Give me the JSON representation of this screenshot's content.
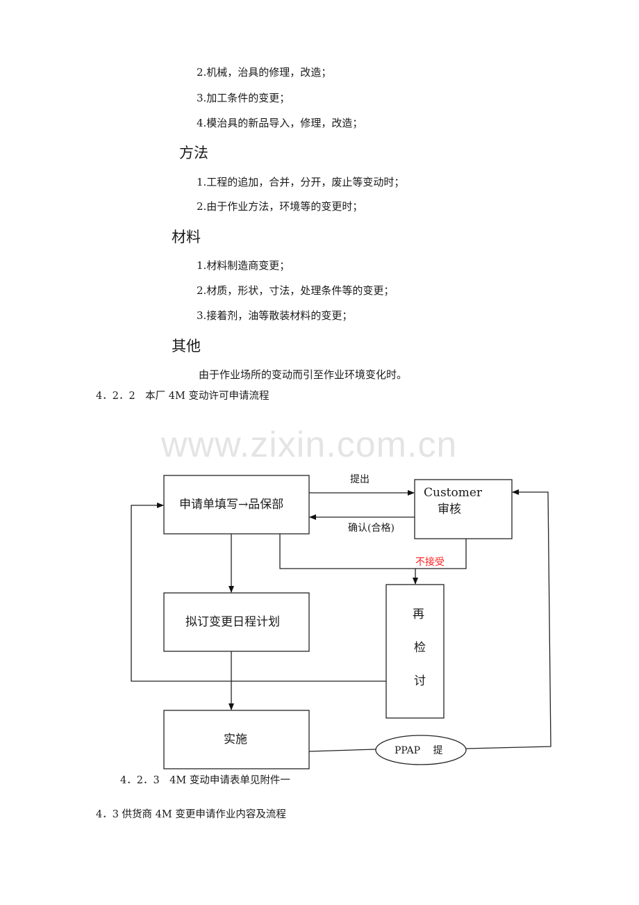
{
  "document": {
    "equipment_items": [
      "2.机械，治具的修理，改造；",
      "3.加工条件的变更；",
      "4.模治具的新品导入，修理，改造；"
    ],
    "method": {
      "heading": "方法",
      "items": [
        "1.工程的追加，合并，分开，废止等变动时；",
        "2.由于作业方法，环境等的变更时；"
      ]
    },
    "material": {
      "heading": "材料",
      "items": [
        "1.材料制造商变更；",
        "2.材质，形状，寸法，处理条件等的变更；",
        "3.接着剂，油等散装材料的变更；"
      ]
    },
    "other": {
      "heading": "其他",
      "text": "由于作业场所的变动而引至作业环境变化时。"
    },
    "section_422": "4．2．2　本厂 4M  变动许可申请流程",
    "watermark": "www.zixin.com.cn",
    "flowchart": {
      "box_apply": "申请单填写→品保部",
      "box_customer_line1": "Customer",
      "box_customer_line2": "审核",
      "box_schedule": "拟订变更日程计划",
      "box_review": [
        "再",
        "检",
        "讨"
      ],
      "box_implement": "实施",
      "ellipse_ppap": "PPAP　 提",
      "label_submit": "提出",
      "label_confirm": "确认(合格)",
      "label_reject": "不接受",
      "reject_color": "#ff2020"
    },
    "section_423": "4．2．3　4M  变动申请表单见附件一",
    "section_43": "4．3 供货商 4M  变更申请作业内容及流程"
  }
}
